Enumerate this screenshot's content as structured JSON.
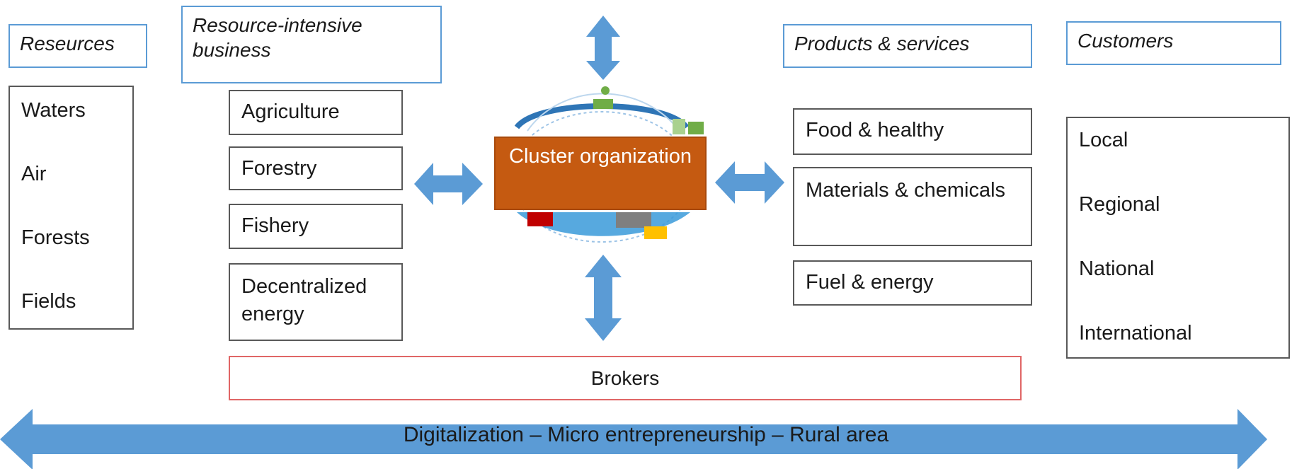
{
  "headers": {
    "resources": "Reseurces",
    "business": "Resource-intensive business",
    "products": "Products & services",
    "customers": "Customers"
  },
  "resources": [
    "Waters",
    "Air",
    "Forests",
    "Fields"
  ],
  "business": [
    "Agriculture",
    "Forestry",
    "Fishery",
    "Decentralized energy"
  ],
  "cluster": {
    "label": "Cluster organization"
  },
  "products": [
    "Food & healthy",
    "Materials & chemicals",
    "Fuel & energy"
  ],
  "customers": [
    "Local",
    "Regional",
    "National",
    "International"
  ],
  "brokers": "Brokers",
  "bottom_arrow": "Digitalization – Micro entrepreneurship – Rural area",
  "colors": {
    "arrow": "#5b9bd5",
    "cluster": "#c55a11",
    "header_border": "#5b9bd5",
    "brokers_border": "#e06666"
  }
}
